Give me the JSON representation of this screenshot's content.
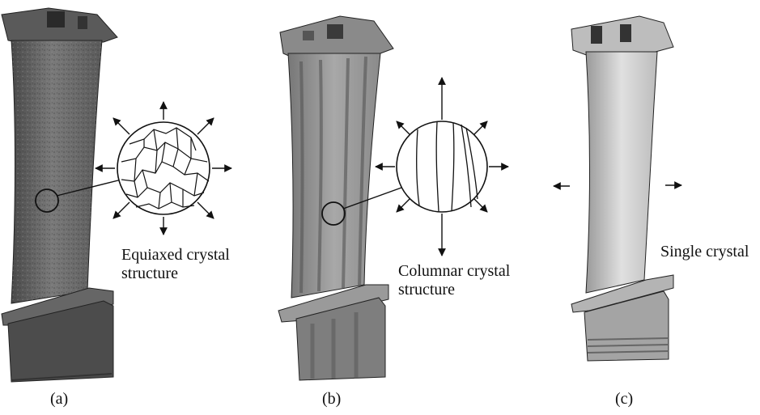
{
  "figure": {
    "panels": [
      {
        "id": "a",
        "label": "(a)",
        "annotation_lines": [
          "Equiaxed crystal",
          "structure"
        ]
      },
      {
        "id": "b",
        "label": "(b)",
        "annotation_lines": [
          "Columnar crystal",
          "structure"
        ]
      },
      {
        "id": "c",
        "label": "(c)",
        "annotation_lines": [
          "Single crystal"
        ]
      }
    ]
  },
  "colors": {
    "blade_a": "#6e6e6e",
    "blade_b": "#9a9a9a",
    "blade_c": "#d2d2d2",
    "outline": "#1a1a1a"
  }
}
